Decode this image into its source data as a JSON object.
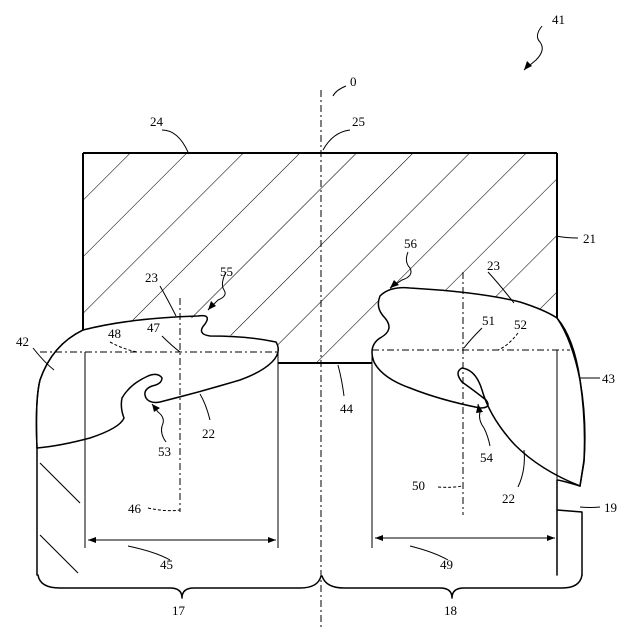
{
  "diagram": {
    "figure_ref": "41",
    "axis_ref": "0",
    "labels": {
      "l24": "24",
      "l25": "25",
      "l21": "21",
      "l56": "56",
      "l23a": "23",
      "l23b": "23",
      "l55": "55",
      "l42": "42",
      "l48": "48",
      "l47": "47",
      "l51": "51",
      "l52": "52",
      "l43": "43",
      "l53": "53",
      "l22a": "22",
      "l22b": "22",
      "l44": "44",
      "l54": "54",
      "l19": "19",
      "l50": "50",
      "l46": "46",
      "l45": "45",
      "l49": "49",
      "l17": "17",
      "l18": "18"
    }
  }
}
